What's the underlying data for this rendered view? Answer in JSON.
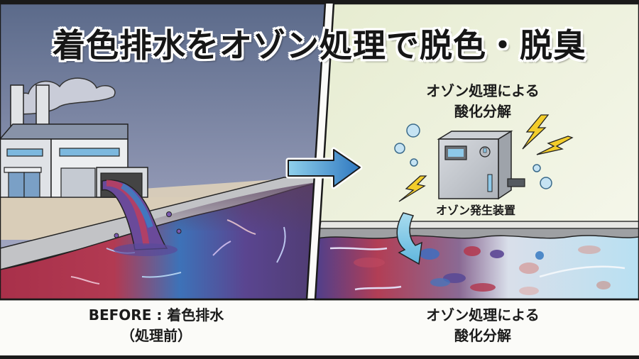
{
  "title": "着色排水をオゾン処理で脱色・脱臭",
  "left_panel": {
    "scene": "factory discharging colored wastewater into river",
    "caption_line1": "BEFORE : 着色排水",
    "caption_line2": "（処理前）"
  },
  "transition_arrow": {
    "icon": "right-arrow-icon",
    "color": "#3f8fcf"
  },
  "right_panel": {
    "heading_line1": "オゾン処理による",
    "heading_line2": "酸化分解",
    "device_label": "オゾン発生装置",
    "caption_line1": "オゾン処理による",
    "caption_line2": "酸化分解"
  },
  "colors": {
    "sky_left_top": "#5c6c8c",
    "sky_left_bottom": "#a9adc8",
    "bg_right": "#eef2dd",
    "water_red": "#b9374a",
    "water_blue": "#3b7cc0",
    "water_purple": "#5b3f80",
    "water_clean": "#bfe3f2",
    "lightning": "#f5cf2a",
    "bubble": "#bfe0f2"
  }
}
